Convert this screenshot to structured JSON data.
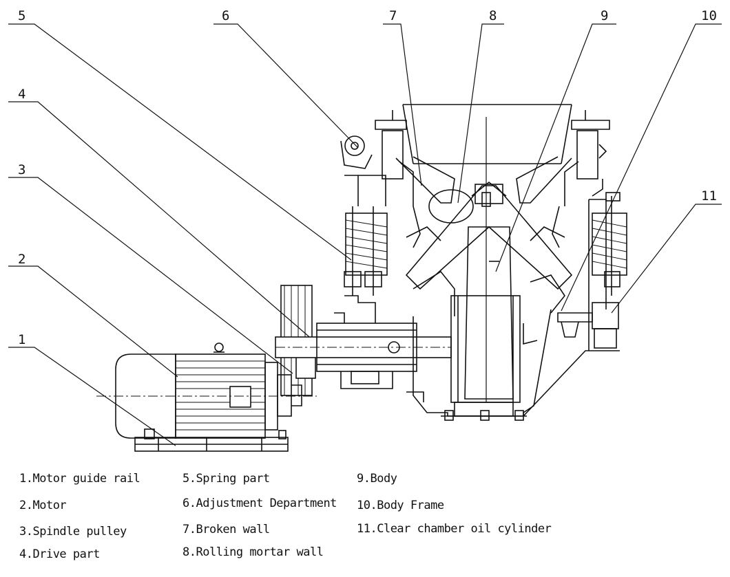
{
  "callouts": [
    "1",
    "2",
    "3",
    "4",
    "5",
    "6",
    "7",
    "8",
    "9",
    "10",
    "11"
  ],
  "legend": [
    {
      "num": "1.",
      "label": "Motor guide rail"
    },
    {
      "num": "2.",
      "label": "Motor"
    },
    {
      "num": "3.",
      "label": "Spindle pulley"
    },
    {
      "num": "4.",
      "label": "Drive part"
    },
    {
      "num": "5.",
      "label": "Spring part"
    },
    {
      "num": "6.",
      "label": "Adjustment Department"
    },
    {
      "num": "7.",
      "label": "Broken wall"
    },
    {
      "num": "8.",
      "label": "Rolling mortar wall"
    },
    {
      "num": "9.",
      "label": "Body"
    },
    {
      "num": "10.",
      "label": "Body Frame"
    },
    {
      "num": "11.",
      "label": "Clear chamber oil cylinder"
    }
  ]
}
